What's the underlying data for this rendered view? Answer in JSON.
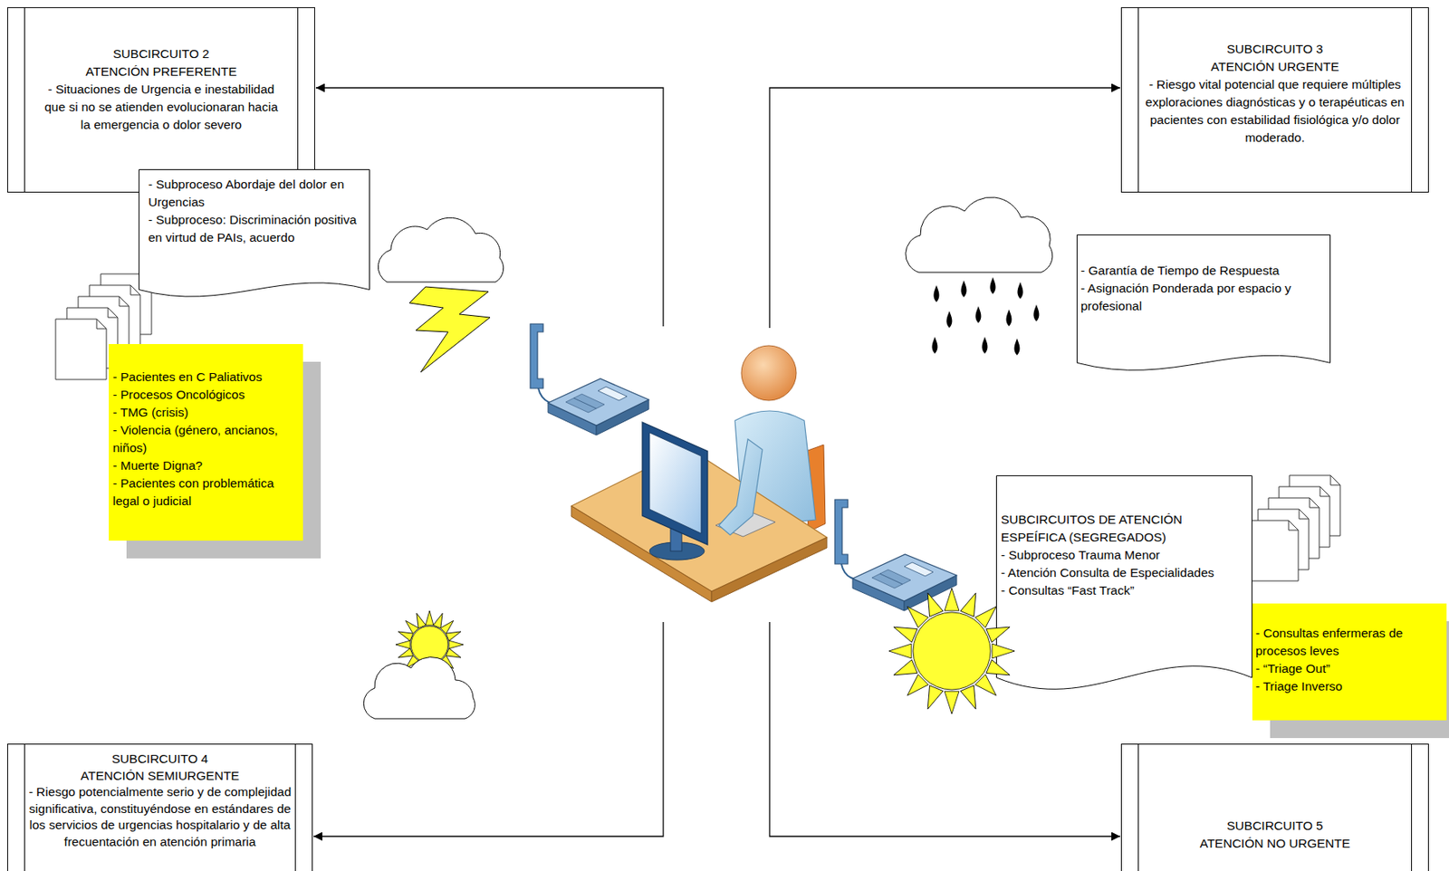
{
  "diagram": {
    "nodes": [
      {
        "text": [
          "SUBCIRCUITO 2",
          "ATENCIÓN PREFERENTE",
          "- Situaciones de Urgencia e inestabilidad que si no se atienden evolucionaran hacia la emergencia o dolor severo"
        ]
      },
      {
        "text": [
          "- Subproceso Abordaje del dolor en Urgencias",
          "- Subproceso: Discriminación positiva en virtud de PAIs, acuerdo"
        ]
      },
      {
        "text": [
          "- Pacientes en C Paliativos",
          "- Procesos Oncológicos",
          "- TMG (crisis)",
          "- Violencia (género, ancianos, niños)",
          "- Muerte Digna?",
          "- Pacientes con problemática legal o judicial"
        ]
      },
      {
        "text": [
          "SUBCIRCUITO 3",
          "ATENCIÓN URGENTE",
          "- Riesgo vital potencial que requiere múltiples exploraciones diagnósticas y o terapéuticas en pacientes con estabilidad fisiológica y/o dolor moderado."
        ]
      },
      {
        "text": [
          "- Garantía de Tiempo de Respuesta",
          "- Asignación Ponderada por espacio y profesional"
        ]
      },
      {
        "text": [
          "SUBCIRCUITOS DE ATENCIÓN ESPEÍFICA (SEGREGADOS)",
          "- Subproceso Trauma Menor",
          "- Atención Consulta de Especialidades",
          "- Consultas “Fast Track”"
        ]
      },
      {
        "text": [
          "- Consultas enfermeras de procesos leves",
          "- “Triage Out”",
          "- Triage Inverso"
        ]
      },
      {
        "text": [
          "SUBCIRCUITO 4",
          "ATENCIÓN SEMIURGENTE",
          "- Riesgo potencialmente serio y de complejidad significativa, constituyéndose en estándares de los servicios de urgencias hospitalario y de alta frecuentación en atención primaria"
        ]
      },
      {
        "text": [
          "SUBCIRCUITO 5",
          "ATENCIÓN NO URGENTE"
        ]
      }
    ]
  }
}
